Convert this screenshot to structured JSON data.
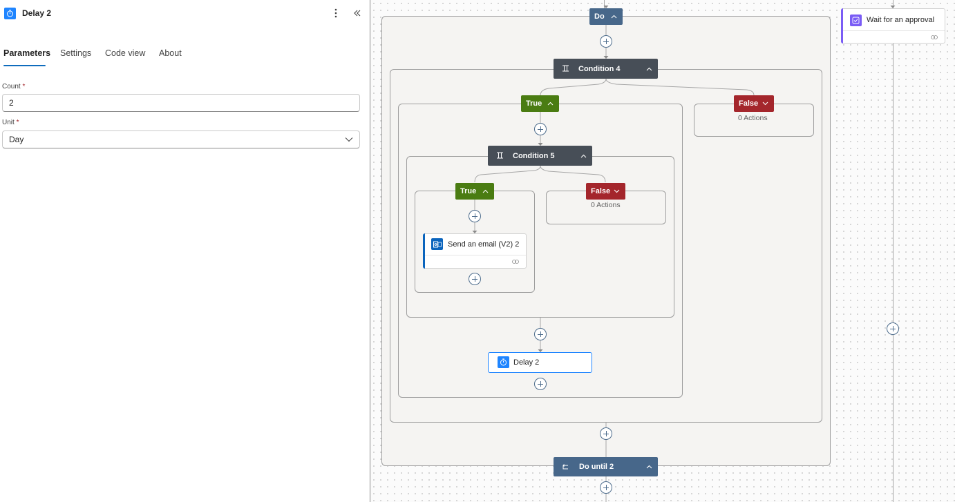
{
  "panel": {
    "title": "Delay 2",
    "tabs": [
      "Parameters",
      "Settings",
      "Code view",
      "About"
    ],
    "active_tab": "Parameters",
    "fields": {
      "count_label": "Count",
      "count_value": "2",
      "unit_label": "Unit",
      "unit_value": "Day",
      "required_mark": "*"
    }
  },
  "flow": {
    "do_label": "Do",
    "condition4_label": "Condition 4",
    "true_label": "True",
    "false_label": "False",
    "condition5_label": "Condition 5",
    "zero_actions": "0 Actions",
    "send_email_label": "Send an email (V2) 2",
    "delay_label": "Delay 2",
    "do_until_label": "Do until 2",
    "wait_approval_label": "Wait for an approval"
  },
  "colors": {
    "accent": "#0f6cbd",
    "true_branch": "#4a7c12",
    "false_branch": "#a4262c",
    "condition": "#474e57",
    "loop": "#47678a",
    "delay_icon": "#1f85ff",
    "outlook_icon": "#0a64bd",
    "approval_icon": "#7a5cf5"
  },
  "icons": [
    "timer-icon",
    "more-icon",
    "collapse-icon",
    "chevron-down-icon",
    "chevron-up-icon",
    "condition-icon",
    "loop-icon",
    "outlook-icon",
    "approval-icon",
    "link-icon",
    "plus-icon"
  ]
}
